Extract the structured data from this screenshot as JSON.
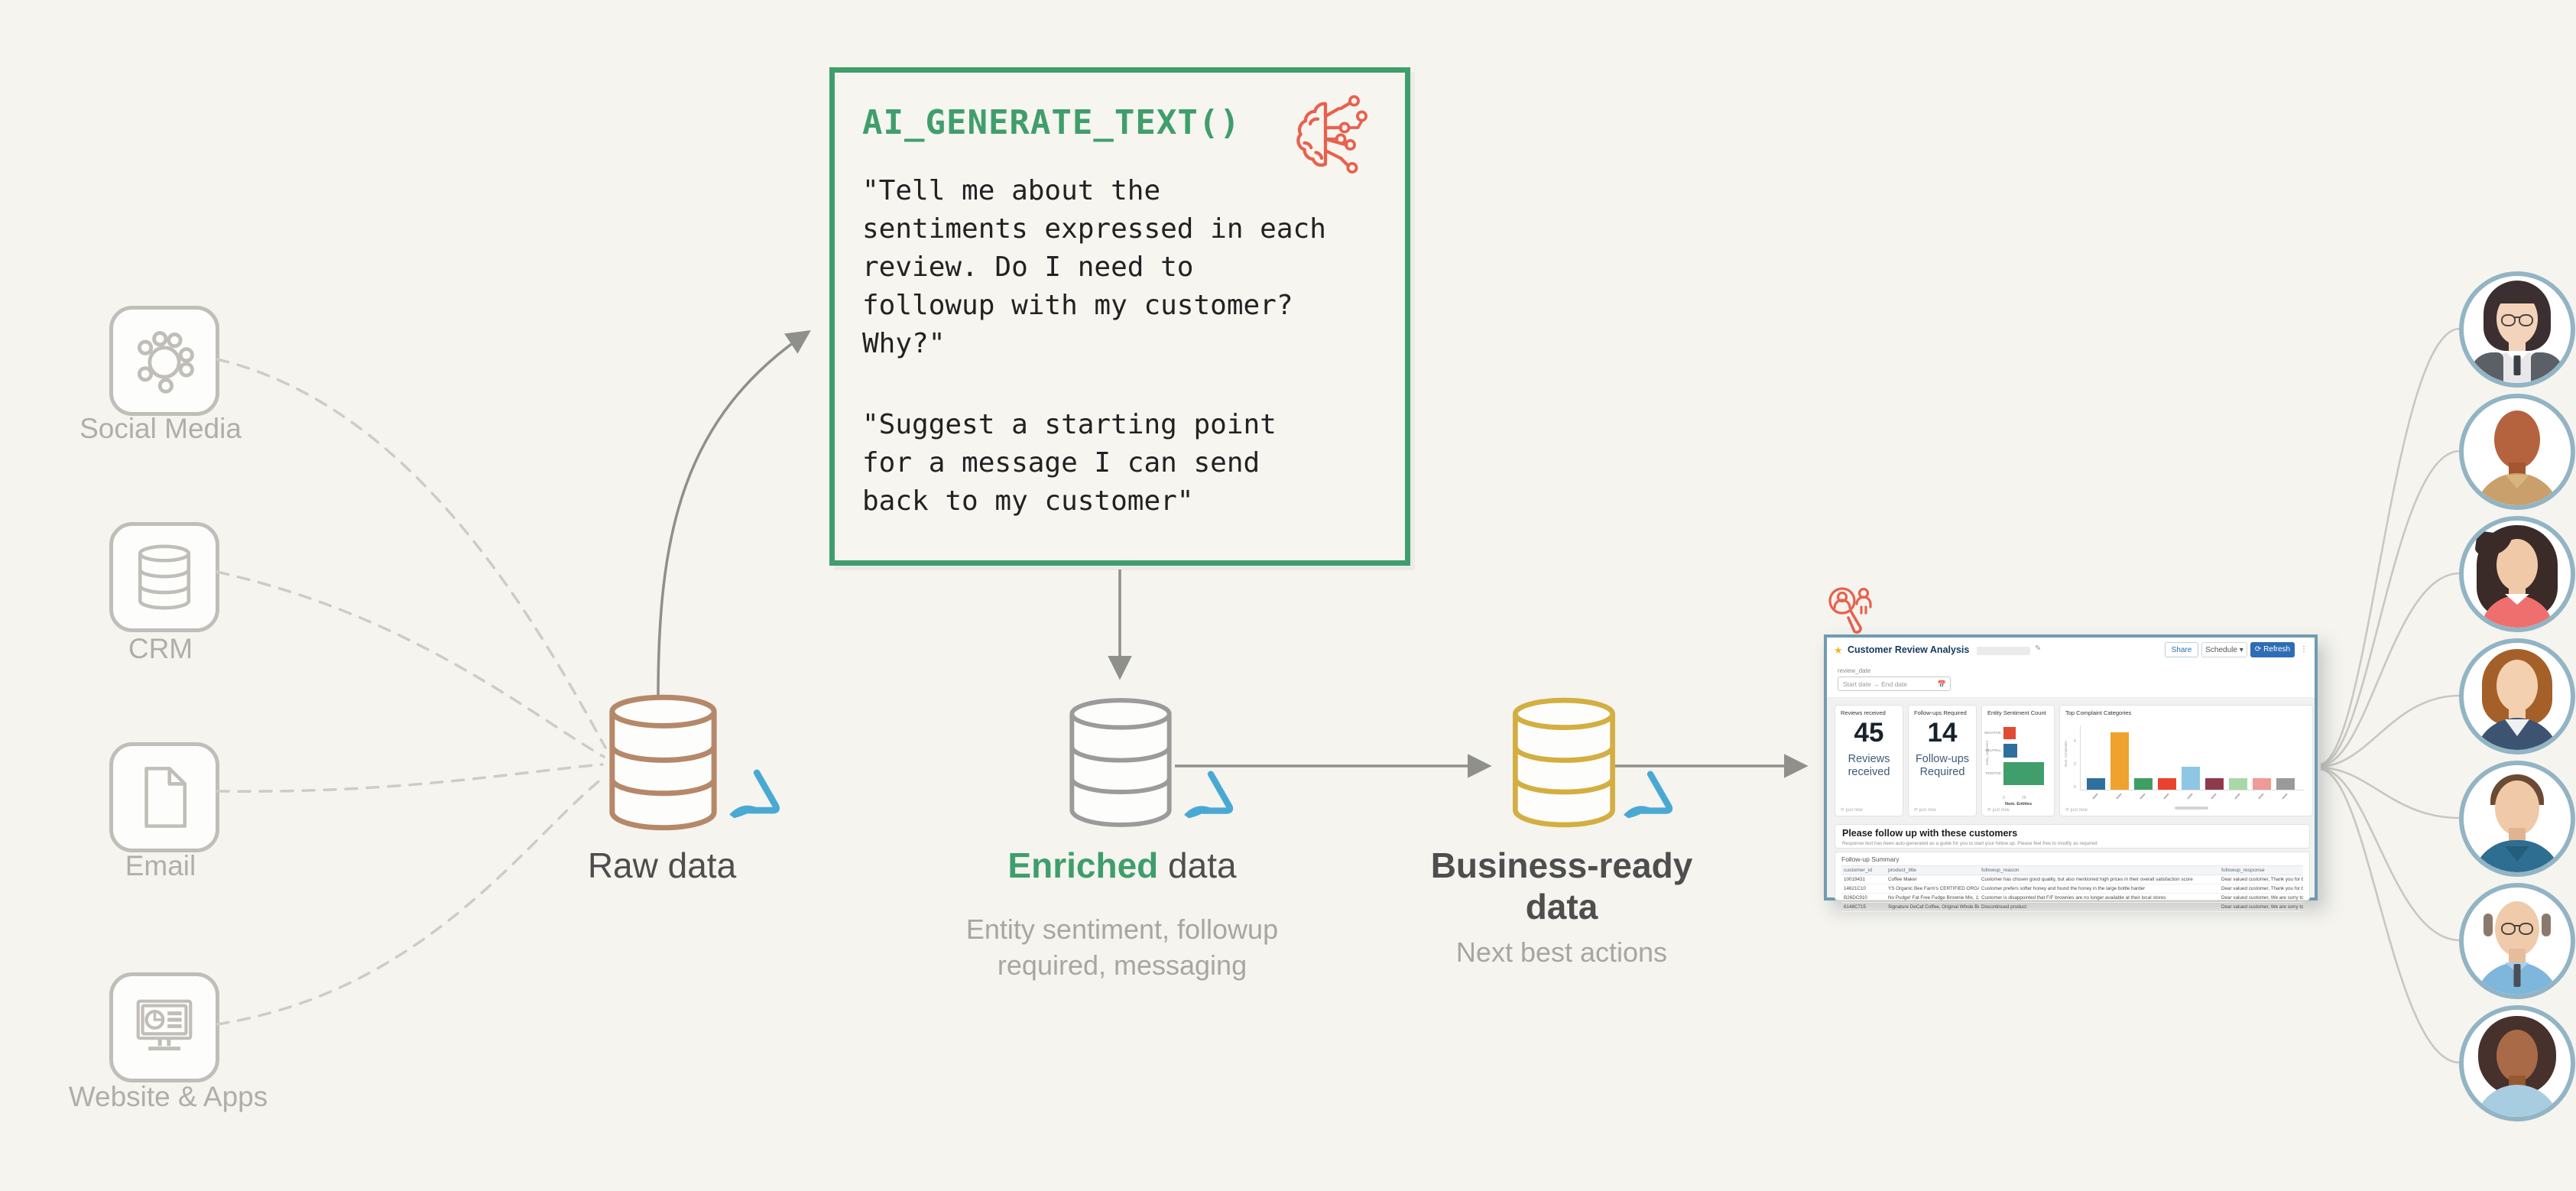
{
  "colors": {
    "background": "#f5f4ef",
    "muted_icon": "#c0beb8",
    "dashed_line": "#cfccc5",
    "arrow": "#8f8f8c",
    "green": "#3f9e6b",
    "coral": "#e8614d",
    "delta_blue": "#4aa9d3",
    "raw_cylinder": "#b5886a",
    "enriched_cylinder": "#9b9b99",
    "business_cylinder": "#d3ae41",
    "avatar_ring": "#92b4c4"
  },
  "sources": [
    {
      "label": "Social Media",
      "icon": "social-media-icon"
    },
    {
      "label": "CRM",
      "icon": "crm-database-icon"
    },
    {
      "label": "Email",
      "icon": "email-document-icon"
    },
    {
      "label": "Website & Apps",
      "icon": "website-apps-icon"
    }
  ],
  "ai_box": {
    "title": "AI_GENERATE_TEXT()",
    "icon": "brain-circuit-icon",
    "prompt1": "\"Tell me about the\nsentiments expressed in each\nreview. Do I need to\nfollowup with my customer?\nWhy?\"",
    "prompt2": "\"Suggest a starting point\nfor a message I can send\nback to my customer\""
  },
  "stages": {
    "raw": {
      "label": "Raw data"
    },
    "enriched": {
      "label_highlight": "Enriched",
      "label_rest": " data",
      "subtitle": "Entity sentiment, followup required, messaging"
    },
    "business": {
      "label_line1": "Business-ready",
      "label_line2": "data",
      "subtitle": "Next best actions"
    }
  },
  "dashboard": {
    "star": "★",
    "title": "Customer Review Analysis",
    "edit_icon": "✎",
    "buttons": {
      "share": "Share",
      "schedule": "Schedule ▾",
      "refresh": "⟳ Refresh",
      "refresh_caret": "▾",
      "kebab": "⋮"
    },
    "filter": {
      "label": "review_date",
      "placeholder": "Start date  →  End date",
      "calendar_icon": "📅"
    },
    "cards": [
      {
        "title": "Reviews received",
        "value": "45",
        "caption": "Reviews received",
        "footer": "⟳ just now"
      },
      {
        "title": "Follow-ups Required",
        "value": "14",
        "caption": "Follow-ups Required",
        "footer": "⟳ just now"
      },
      {
        "title": "Entity Sentiment Count",
        "type": "hbar",
        "categories": [
          "NEGATIVE",
          "NEUTRAL",
          "POSITIVE"
        ],
        "values": [
          14,
          15,
          45
        ],
        "xmax": 48,
        "colors": [
          "#e14b32",
          "#2e6f9e",
          "#3f9e6b"
        ],
        "xticks": [
          "0",
          "20"
        ],
        "xlabel": "Num. Entities",
        "ylabel": "entity_sentiment",
        "footer": "⟳ just now"
      },
      {
        "title": "Top Complaint Categories",
        "type": "vbar",
        "values": [
          1,
          5,
          1,
          1,
          2,
          1,
          1,
          1,
          1
        ],
        "ymax": 5.6,
        "colors": [
          "#2e6f9e",
          "#f0a22e",
          "#3f9e63",
          "#e8432e",
          "#8ec7e6",
          "#8e3a4c",
          "#a8d8a8",
          "#ef9a96",
          "#9a9a9a"
        ],
        "yticks": [
          "4",
          "2",
          "0"
        ],
        "ylabel": "Num. Complaints",
        "footer": "⟳ just now"
      }
    ],
    "followup_section": {
      "heading": "Please follow up with these customers",
      "subheading": "Response text has been auto-generated as a guide for you to start your follow up. Please feel free to modify as required"
    },
    "table": {
      "title": "Follow-up Summary",
      "columns": [
        "customer_id",
        "product_title",
        "followup_reason",
        "followup_response"
      ],
      "rows": [
        {
          "customer_id": "10019431",
          "product_title": "Coffee Maker",
          "followup_reason": "Customer has chosen good quality, but also mentioned high prices in their overall satisfaction score",
          "followup_response": "Dear valued customer, Thank you for bringing"
        },
        {
          "customer_id": "14621C10",
          "product_title": "YS Organic Bee Farm's CERTIFIED ORGANIC…",
          "followup_reason": "Customer prefers softer honey and found the honey in the large bottle harder",
          "followup_response": "Dear valued customer, Thank you for bringing"
        },
        {
          "customer_id": "B26DC910",
          "product_title": "No Pudge! Fat Free Fudge Brownie Mix, 13…",
          "followup_reason": "Customer is disappointed that F/F brownies are no longer available at their local stores",
          "followup_response": "Dear valued customer, We are sorry to hear tha"
        },
        {
          "customer_id": "6148C715",
          "product_title": "Signature DeCaf Coffee, Original Whole Bea…",
          "followup_reason": "Discontinued product",
          "followup_response": "Dear valued customer, We are sorry to hear tha"
        }
      ]
    }
  },
  "avatars": [
    {
      "description": "woman with dark bob and glasses, gray vest"
    },
    {
      "description": "bald man, tan collared shirt"
    },
    {
      "description": "woman with long dark curly hair, coral top"
    },
    {
      "description": "woman with auburn hair, navy blazer"
    },
    {
      "description": "man with brown hair, teal hoodie"
    },
    {
      "description": "bald man with glasses, blue shirt and tie"
    },
    {
      "description": "woman with dark curly hair, light blue top"
    }
  ]
}
